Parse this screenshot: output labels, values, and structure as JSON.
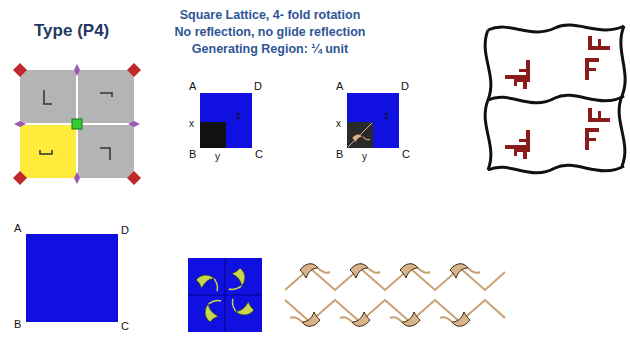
{
  "diagram": {
    "title": "Type (P4)",
    "labels": [
      "Square Lattice, 4- fold rotation",
      "No reflection, no glide reflection",
      "Generating Region: ¼ unit",
      "A",
      "D",
      "x",
      "z",
      "B",
      "y",
      "C",
      "A",
      "D",
      "x",
      "z",
      "B",
      "y",
      "C",
      "A",
      "D",
      "B",
      "C"
    ]
  }
}
